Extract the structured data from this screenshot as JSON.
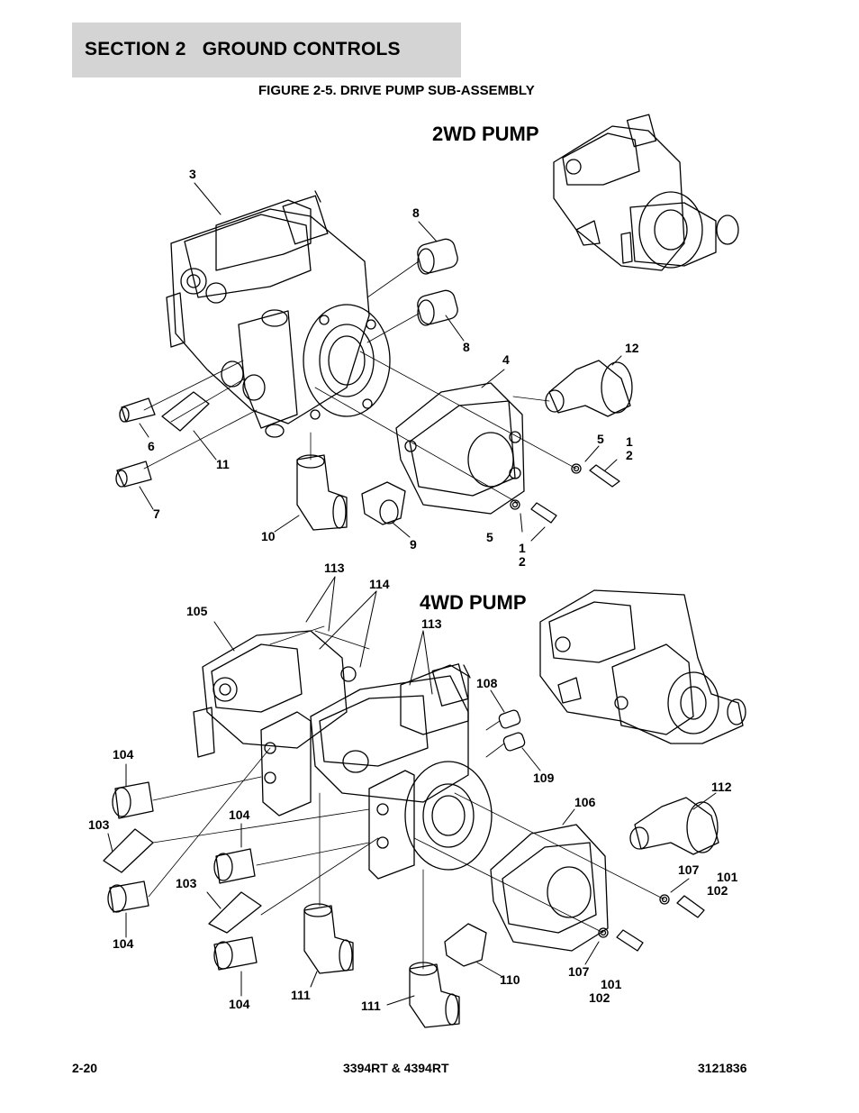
{
  "header": {
    "section": "SECTION 2   GROUND CONTROLS"
  },
  "figure": {
    "title": "FIGURE 2-5. DRIVE PUMP SUB-ASSEMBLY"
  },
  "pumps": {
    "two_wd": "2WD PUMP",
    "four_wd": "4WD PUMP"
  },
  "callouts_2wd": {
    "c3": "3",
    "c8a": "8",
    "c8b": "8",
    "c4": "4",
    "c12": "12",
    "c6": "6",
    "c11": "11",
    "c7": "7",
    "c10": "10",
    "c9": "9",
    "c5a": "5",
    "c12a": "1\n2",
    "c5b": "5",
    "c12b": "1\n2"
  },
  "callouts_4wd": {
    "c113a": "113",
    "c114": "114",
    "c105": "105",
    "c113b": "113",
    "c108": "108",
    "c109": "109",
    "c104a": "104",
    "c103a": "103",
    "c104b": "104",
    "c104c": "104",
    "c103b": "103",
    "c104d": "104",
    "c106": "106",
    "c112": "112",
    "c107a": "107",
    "c101a": "101",
    "c102a": "102",
    "c111a": "111",
    "c111b": "111",
    "c110": "110",
    "c107b": "107",
    "c101b": "101",
    "c102b": "102"
  },
  "footer": {
    "page": "2-20",
    "model": "3394RT & 4394RT",
    "doc_number": "3121836"
  }
}
